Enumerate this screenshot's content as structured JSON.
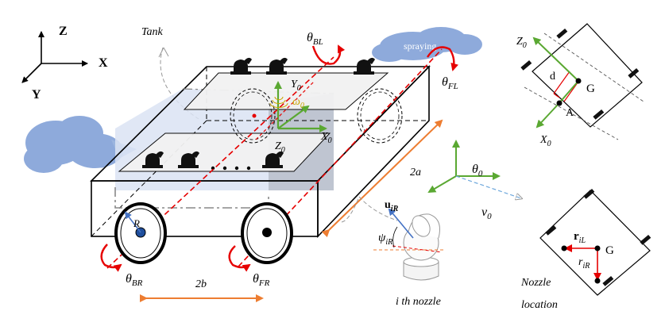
{
  "axes": {
    "z": "Z",
    "x": "X",
    "y": "Y"
  },
  "labels": {
    "tank": "Tank",
    "spraying": "spraying",
    "theta_bl": "θ",
    "theta_bl_sub": "BL",
    "theta_fl": "θ",
    "theta_fl_sub": "FL",
    "theta_br": "θ",
    "theta_br_sub": "BR",
    "theta_fr": "θ",
    "theta_fr_sub": "FR",
    "y0": "Y",
    "y0_sub": "0",
    "x0": "X",
    "x0_sub": "0",
    "z0": "Z",
    "z0_sub": "0",
    "omega0": "ω",
    "omega0_sub": "0",
    "r": "R",
    "two_a": "2a",
    "two_b": "2b",
    "theta0": "θ",
    "theta0_sub": "0",
    "v0": "v",
    "v0_sub": "0",
    "u_ir": "u",
    "u_ir_sub": "iR",
    "psi_ir": "ψ",
    "psi_ir_sub": "iR",
    "ith_nozzle": "i th nozzle"
  },
  "inset_top": {
    "z0": "Z",
    "z0_sub": "0",
    "x0": "X",
    "x0_sub": "0",
    "d": "d",
    "g": "G",
    "a": "A"
  },
  "inset_bottom": {
    "r_il": "r",
    "r_il_sub": "iL",
    "r_ir": "r",
    "r_ir_sub": "iR",
    "g": "G",
    "nozzle": "Nozzle",
    "location": "location"
  },
  "colors": {
    "red": "#e60000",
    "green": "#5aa832",
    "orange": "#ed7d31",
    "blue": "#4472c4",
    "cloud": "#8eaadb",
    "tank_fill": "#dae3f3"
  }
}
